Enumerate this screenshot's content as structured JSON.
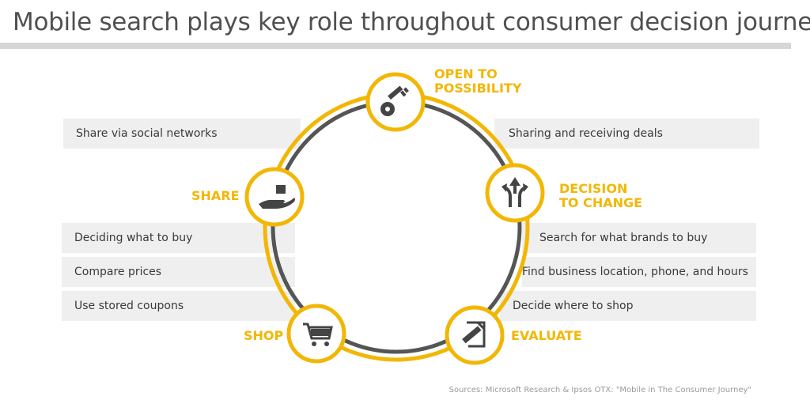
{
  "title": "Mobile search plays key role throughout consumer decision journey",
  "colors": {
    "accent": "#F2B705",
    "ring_dark": "#555555",
    "bar_bg": "#EFEFEF"
  },
  "stages": {
    "open": {
      "line1": "OPEN TO",
      "line2": "POSSIBILITY",
      "icon": "key-icon"
    },
    "decision": {
      "line1": "DECISION",
      "line2": "TO CHANGE",
      "icon": "split-arrow-icon"
    },
    "evaluate": {
      "label": "EVALUATE",
      "icon": "pen-document-icon"
    },
    "shop": {
      "label": "SHOP",
      "icon": "shopping-cart-icon"
    },
    "share": {
      "label": "SHARE",
      "icon": "hand-giving-icon"
    }
  },
  "activities": {
    "top_left": "Share via social networks",
    "top_right": "Sharing and receiving  deals",
    "left": [
      "Deciding what to buy",
      "Compare prices",
      "Use stored coupons"
    ],
    "right": [
      "Search for what brands to buy",
      "Find business location, phone, and hours",
      "Decide where to shop"
    ]
  },
  "source": "Sources: Microsoft Research & Ipsos OTX: \"Mobile in The Consumer Journey\""
}
